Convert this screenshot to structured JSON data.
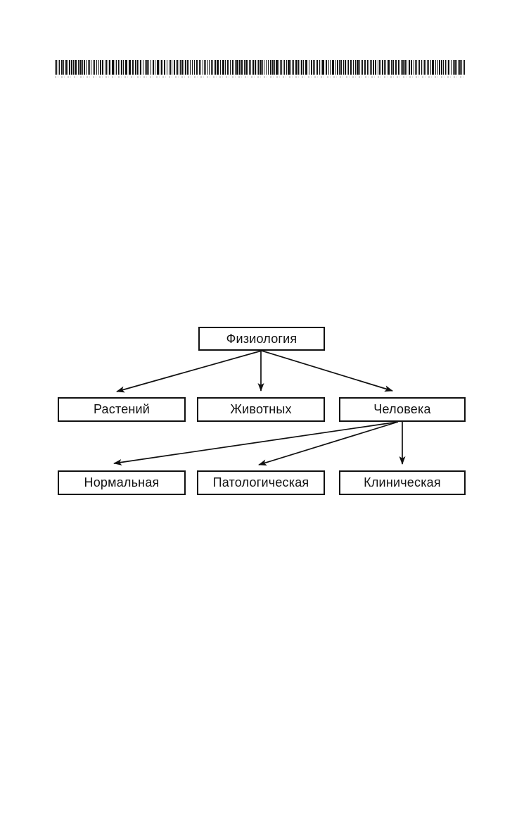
{
  "decor": {
    "barcode_icon": "barcode-strip"
  },
  "diagram": {
    "type": "tree",
    "nodes": {
      "root": {
        "label": "Физиология"
      },
      "plants": {
        "label": "Растений"
      },
      "animals": {
        "label": "Животных"
      },
      "human": {
        "label": "Человека"
      },
      "normal": {
        "label": "Нормальная"
      },
      "pathological": {
        "label": "Патологическая"
      },
      "clinical": {
        "label": "Клиническая"
      }
    },
    "edges": [
      {
        "from": "root",
        "to": "plants"
      },
      {
        "from": "root",
        "to": "animals"
      },
      {
        "from": "root",
        "to": "human"
      },
      {
        "from": "human",
        "to": "normal"
      },
      {
        "from": "human",
        "to": "pathological"
      },
      {
        "from": "human",
        "to": "clinical"
      }
    ],
    "colors": {
      "line": "#111111",
      "box_border": "#111111",
      "box_fill": "#ffffff",
      "text": "#111111",
      "background": "#ffffff"
    }
  }
}
